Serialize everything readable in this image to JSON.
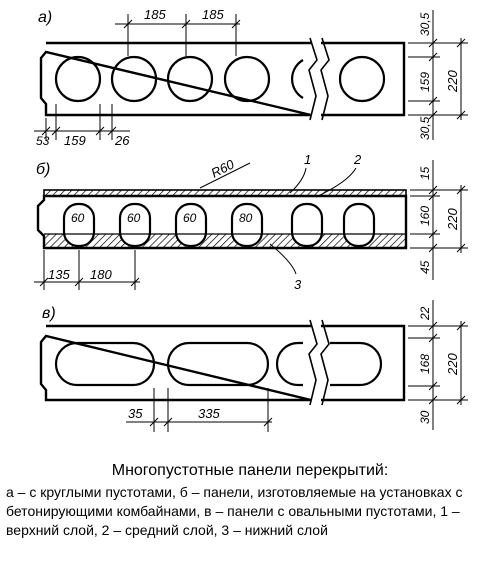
{
  "figure": {
    "panels": [
      {
        "id": "a",
        "label": "а)",
        "top_dims": [
          "185",
          "185"
        ],
        "bottom_dims": [
          "53",
          "159",
          "26"
        ],
        "right_dims": [
          "30,5",
          "159",
          "30,5"
        ],
        "total_height": "220"
      },
      {
        "id": "b",
        "label": "б)",
        "radius_label": "R60",
        "void_labels": [
          "60",
          "60",
          "60",
          "80"
        ],
        "layer_callouts": [
          "1",
          "2",
          "3"
        ],
        "bottom_dims": [
          "135",
          "180"
        ],
        "right_dims": [
          "15",
          "160",
          "45"
        ],
        "total_height": "220"
      },
      {
        "id": "c",
        "label": "в)",
        "bottom_dims": [
          "35",
          "335"
        ],
        "right_dims": [
          "22",
          "168",
          "30"
        ],
        "total_height": "220"
      }
    ]
  },
  "caption": {
    "title": "Многопустотные панели перекрытий:",
    "body": "а – с круглыми пустотами, б – панели, изготовляемые на установках с бетонирующими комбайнами, в – панели с овальными пустотами, 1 – верхний слой, 2 – средний слой, 3 – нижний слой"
  }
}
